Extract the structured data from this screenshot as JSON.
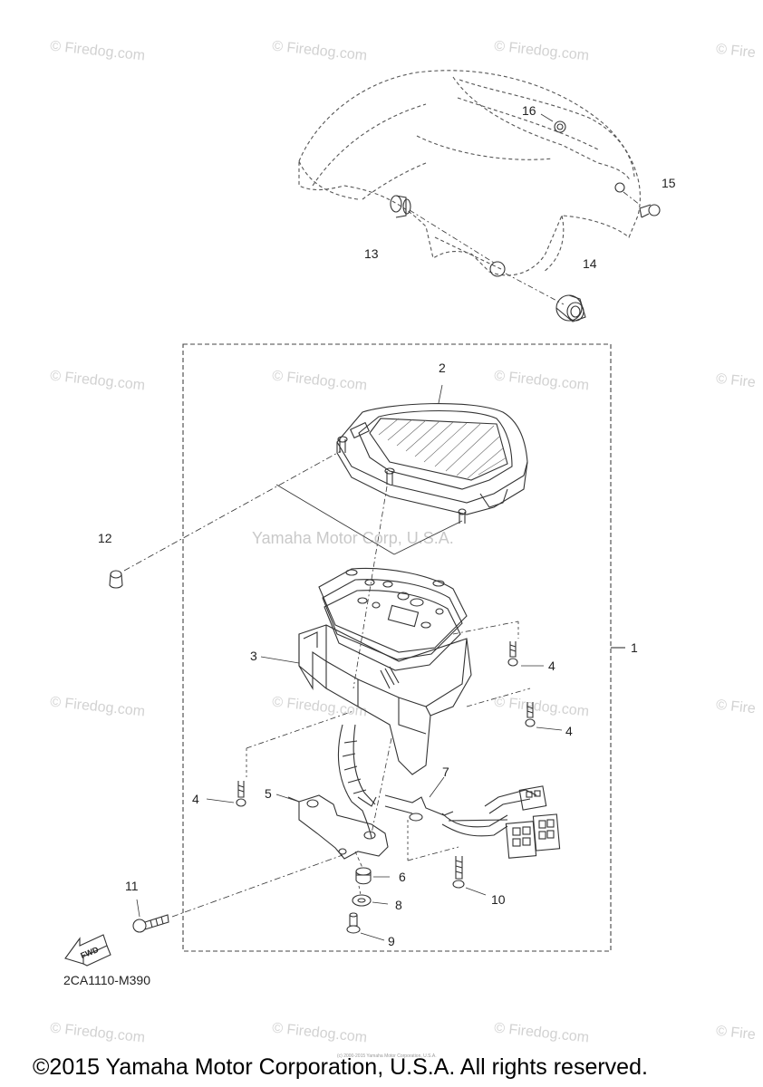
{
  "watermark_text": "© Firedog.com",
  "center_watermark": "Yamaha Motor Corp, U.S.A.",
  "callouts": {
    "c1": "1",
    "c2": "2",
    "c3": "3",
    "c4a": "4",
    "c4b": "4",
    "c4c": "4",
    "c5": "5",
    "c6": "6",
    "c7": "7",
    "c8": "8",
    "c9": "9",
    "c10": "10",
    "c11": "11",
    "c12": "12",
    "c13": "13",
    "c14": "14",
    "c15": "15",
    "c16": "16"
  },
  "fwd_label": "FWD",
  "diagram_code": "2CA1110-M390",
  "copyright": "©2015 Yamaha Motor Corporation, U.S.A. All rights reserved.",
  "tiny_notice": "(c) 2000-2015 Yamaha Motor Corporation, U.S.A."
}
